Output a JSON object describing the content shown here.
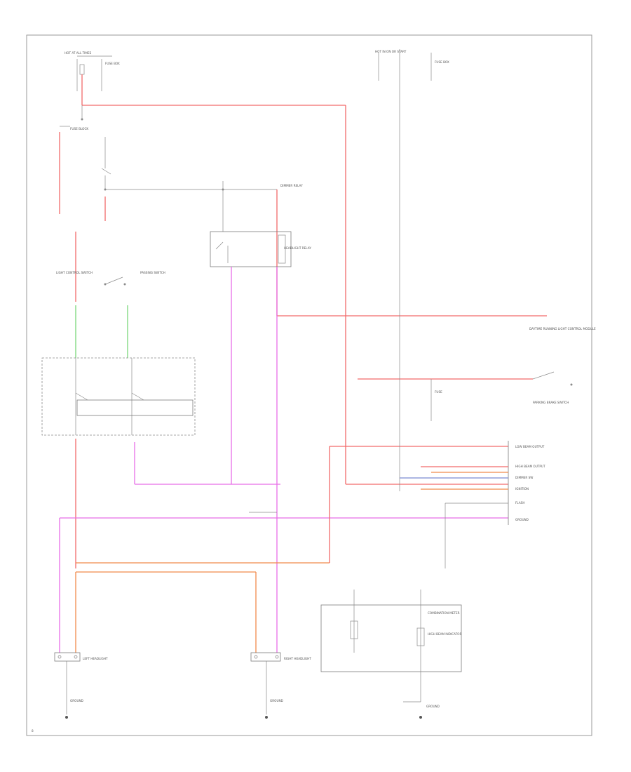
{
  "colors": {
    "red": "#f26a6a",
    "pink": "#e86ee8",
    "orange": "#f08a4a",
    "green": "#7ad77a",
    "grey": "#8a8a8a",
    "blue": "#7a8ad0"
  },
  "labels": {
    "hot_at_all_times_left": "HOT AT ALL TIMES",
    "fuse_note_left": "FUSE BOX",
    "hot_at_all_times_right": "HOT IN ON OR START",
    "fuse_note_right": "FUSE BOX",
    "fuse_block": "FUSE BLOCK",
    "dimmer_relay": "DIMMER RELAY",
    "light_control_switch": "LIGHT CONTROL SWITCH",
    "passing_switch": "PASSING SWITCH",
    "headlight_relay": "HEADLIGHT RELAY",
    "daytime_running_light_module": "DAYTIME RUNNING LIGHT CONTROL MODULE",
    "fuse_c": "FUSE",
    "parking_brake_switch": "PARKING BRAKE SWITCH",
    "combination_meter": "COMBINATION METER",
    "left_headlight": "LEFT HEADLIGHT",
    "right_headlight": "RIGHT HEADLIGHT",
    "ground_left": "GROUND",
    "ground_right": "GROUND",
    "ground_meter": "GROUND",
    "high_beam_indicator": "HIGH BEAM INDICATOR",
    "low_beam_output": "LOW BEAM OUTPUT",
    "high_beam_output": "HIGH BEAM OUTPUT",
    "dimmer_sw": "DIMMER SW",
    "ignition": "IGNITION",
    "flash": "FLASH",
    "ground_pin": "GROUND",
    "page_ref": "8"
  }
}
